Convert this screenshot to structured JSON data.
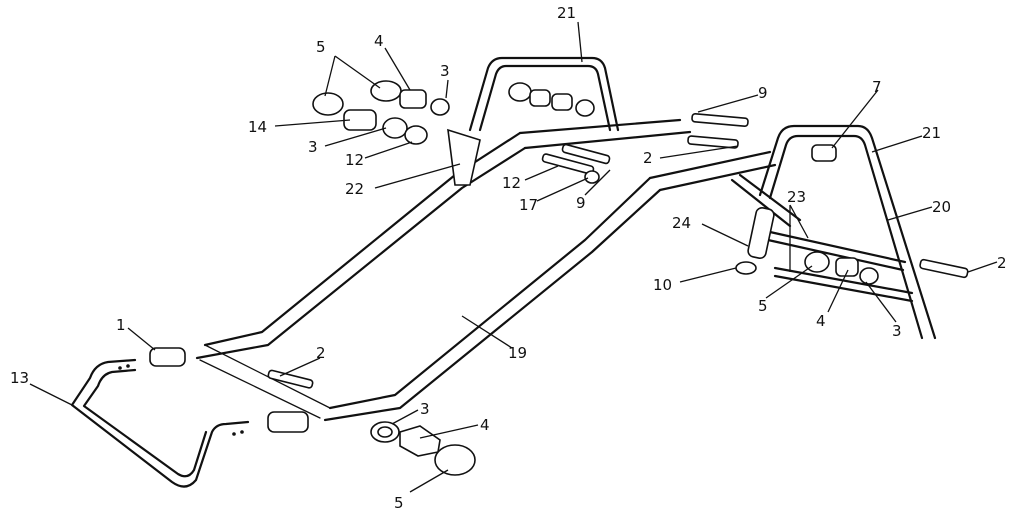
{
  "callouts": [
    {
      "id": "c21a",
      "text": "21"
    },
    {
      "id": "c5a",
      "text": "5"
    },
    {
      "id": "c4a",
      "text": "4"
    },
    {
      "id": "c3a",
      "text": "3"
    },
    {
      "id": "c9a",
      "text": "9"
    },
    {
      "id": "c7",
      "text": "7"
    },
    {
      "id": "c21b",
      "text": "21"
    },
    {
      "id": "c14",
      "text": "14"
    },
    {
      "id": "c3b",
      "text": "3"
    },
    {
      "id": "c12a",
      "text": "12"
    },
    {
      "id": "c22",
      "text": "22"
    },
    {
      "id": "c2a",
      "text": "2"
    },
    {
      "id": "c12b",
      "text": "12"
    },
    {
      "id": "c17",
      "text": "17"
    },
    {
      "id": "c9b",
      "text": "9"
    },
    {
      "id": "c23",
      "text": "23"
    },
    {
      "id": "c20",
      "text": "20"
    },
    {
      "id": "c24",
      "text": "24"
    },
    {
      "id": "c2b",
      "text": "2"
    },
    {
      "id": "c10",
      "text": "10"
    },
    {
      "id": "c5b",
      "text": "5"
    },
    {
      "id": "c4b",
      "text": "4"
    },
    {
      "id": "c3c",
      "text": "3"
    },
    {
      "id": "c1",
      "text": "1"
    },
    {
      "id": "c2c",
      "text": "2"
    },
    {
      "id": "c19",
      "text": "19"
    },
    {
      "id": "c13",
      "text": "13"
    },
    {
      "id": "c3d",
      "text": "3"
    },
    {
      "id": "c4c",
      "text": "4"
    },
    {
      "id": "c5c",
      "text": "5"
    }
  ]
}
